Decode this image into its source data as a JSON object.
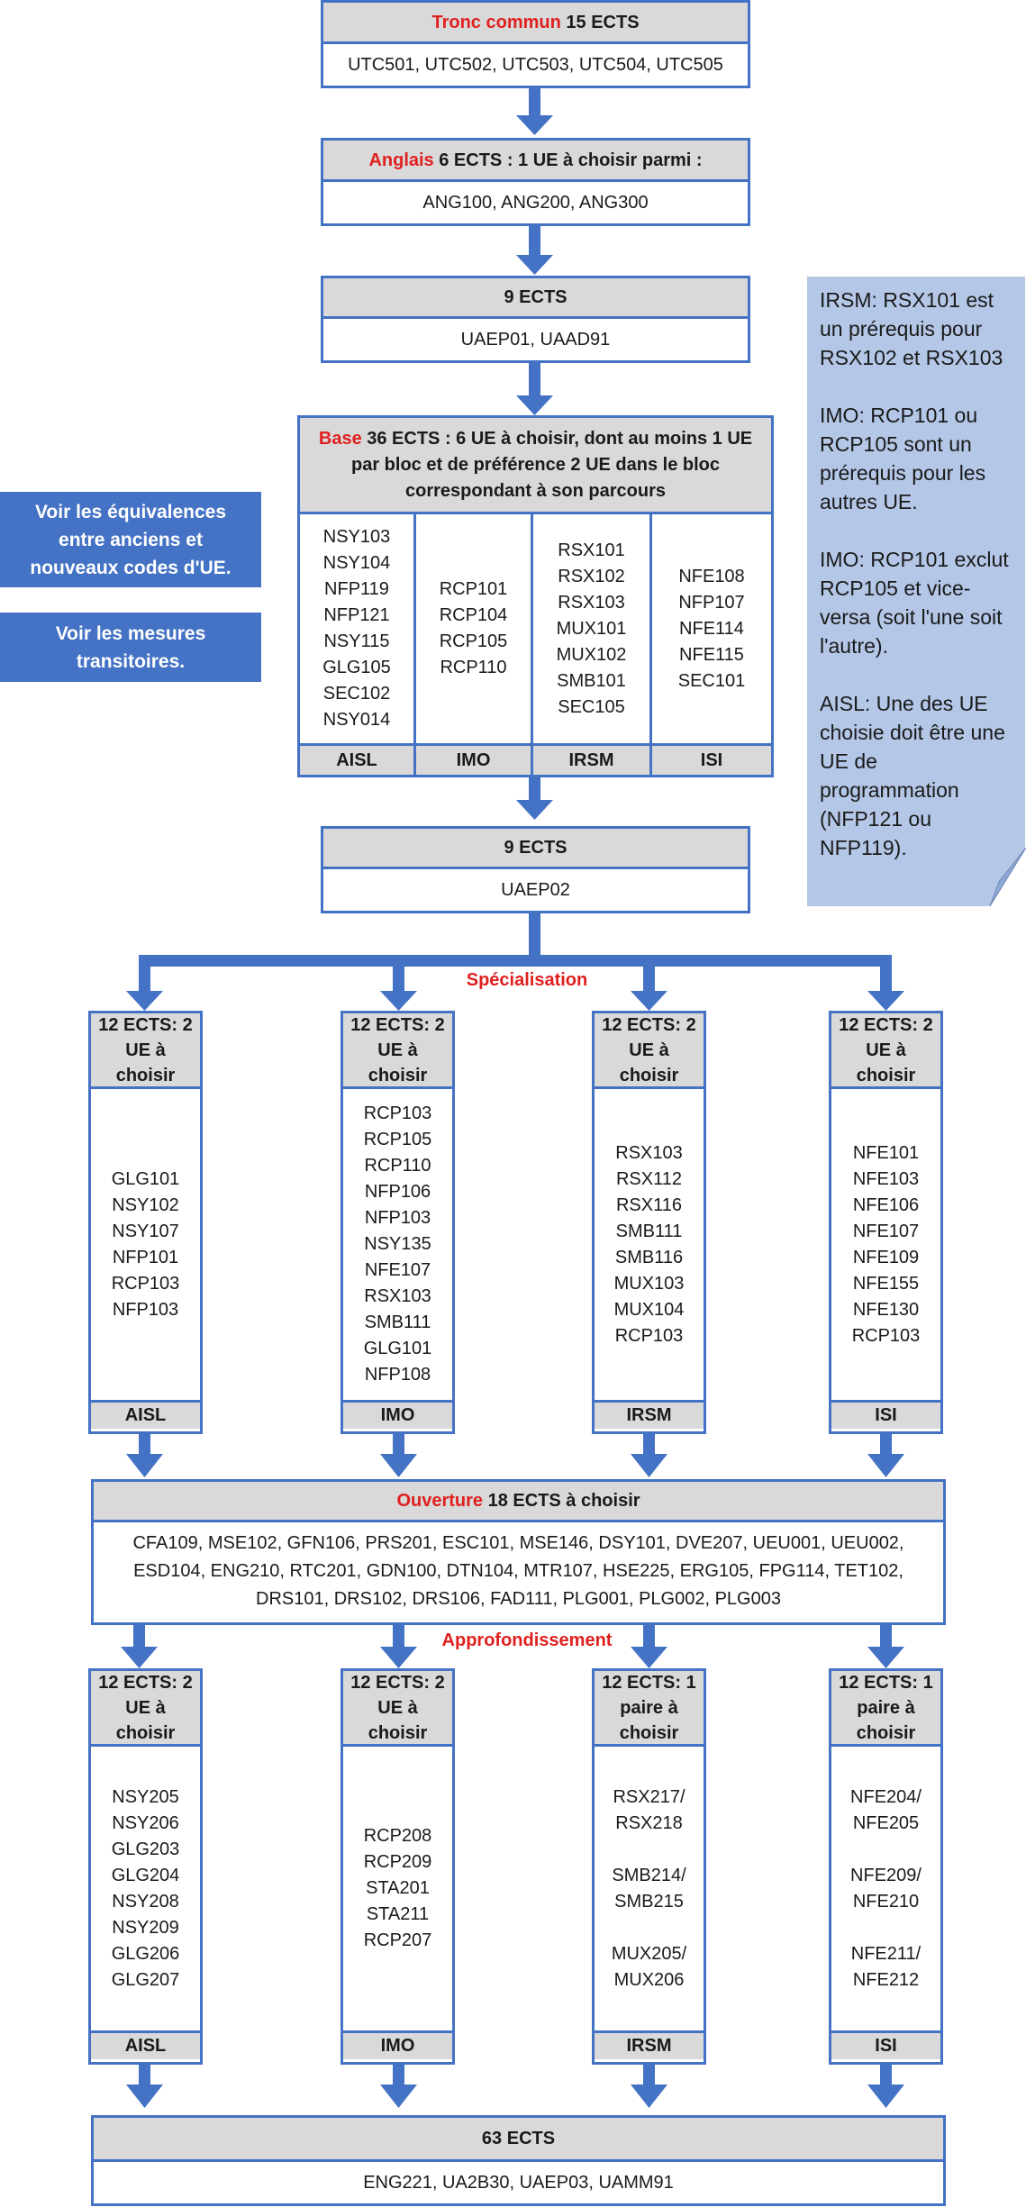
{
  "tronc": {
    "title_red": "Tronc commun",
    "title_rest": " 15 ECTS",
    "content": "UTC501, UTC502, UTC503, UTC504, UTC505"
  },
  "anglais": {
    "title_red": "Anglais",
    "title_rest": " 6 ECTS : 1 UE à choisir parmi :",
    "content": "ANG100, ANG200, ANG300"
  },
  "block9a": {
    "title": "9 ECTS",
    "content": "UAEP01, UAAD91"
  },
  "base": {
    "title_red": "Base",
    "title_rest": " 36 ECTS : 6 UE à choisir, dont au moins  1 UE par bloc et de préférence 2 UE dans le bloc correspondant à son parcours",
    "columns": [
      {
        "items": [
          "NSY103",
          "NSY104",
          "NFP119",
          "NFP121",
          "NSY115",
          "GLG105",
          "SEC102",
          "NSY014"
        ],
        "footer": "AISL"
      },
      {
        "items": [
          "RCP101",
          "RCP104",
          "RCP105",
          "RCP110"
        ],
        "footer": "IMO"
      },
      {
        "items": [
          "RSX101",
          "RSX102",
          "RSX103",
          "MUX101",
          "MUX102",
          "SMB101",
          "SEC105"
        ],
        "footer": "IRSM"
      },
      {
        "items": [
          "NFE108",
          "NFP107",
          "NFE114",
          "NFE115",
          "SEC101"
        ],
        "footer": "ISI"
      }
    ]
  },
  "links": {
    "equivalences": "Voir les équivalences entre anciens et nouveaux codes d'UE.",
    "mesures": "Voir les mesures transitoires."
  },
  "note": {
    "paragraphs": [
      "IRSM: RSX101 est un prérequis pour RSX102 et RSX103",
      "IMO: RCP101 ou RCP105 sont un prérequis pour les autres UE.",
      "IMO: RCP101 exclut RCP105 et vice-versa (soit l'une soit l'autre).",
      "AISL: Une des UE choisie doit être une UE de programmation (NFP121 ou NFP119)."
    ]
  },
  "block9b": {
    "title": "9 ECTS",
    "content": "UAEP02"
  },
  "specialisation": {
    "label": "Spécialisation",
    "columns": [
      {
        "header": "12 ECTS: 2 UE à choisir",
        "items": [
          "GLG101",
          "NSY102",
          "NSY107",
          "NFP101",
          "RCP103",
          "NFP103"
        ],
        "footer": "AISL"
      },
      {
        "header": "12 ECTS: 2 UE à choisir",
        "items": [
          "RCP103",
          "RCP105",
          "RCP110",
          "NFP106",
          "NFP103",
          "NSY135",
          "NFE107",
          "RSX103",
          "SMB111",
          "GLG101",
          "NFP108"
        ],
        "footer": "IMO"
      },
      {
        "header": "12 ECTS: 2 UE à choisir",
        "items": [
          "RSX103",
          "RSX112",
          "RSX116",
          "SMB111",
          "SMB116",
          "MUX103",
          "MUX104",
          "RCP103"
        ],
        "footer": "IRSM"
      },
      {
        "header": "12 ECTS: 2 UE à choisir",
        "items": [
          "NFE101",
          "NFE103",
          "NFE106",
          "NFE107",
          "NFE109",
          "NFE155",
          "NFE130",
          "RCP103"
        ],
        "footer": "ISI"
      }
    ]
  },
  "ouverture": {
    "title_red": "Ouverture",
    "title_rest": " 18 ECTS à choisir",
    "lines": [
      "CFA109, MSE102, GFN106, PRS201, ESC101, MSE146, DSY101, DVE207, UEU001, UEU002,",
      "ESD104, ENG210, RTC201, GDN100, DTN104, MTR107, HSE225, ERG105, FPG114, TET102,",
      "DRS101, DRS102, DRS106, FAD111, PLG001, PLG002, PLG003"
    ]
  },
  "approfondissement": {
    "label": "Approfondissement",
    "columns": [
      {
        "header": "12 ECTS: 2 UE à choisir",
        "items": [
          "NSY205",
          "NSY206",
          "GLG203",
          "GLG204",
          "NSY208",
          "NSY209",
          "GLG206",
          "GLG207"
        ],
        "footer": "AISL"
      },
      {
        "header": "12 ECTS: 2 UE à choisir",
        "items": [
          "RCP208",
          "RCP209",
          "STA201",
          "STA211",
          "RCP207"
        ],
        "footer": "IMO"
      },
      {
        "header": "12 ECTS: 1 paire à choisir",
        "items": [
          "RSX217/",
          "RSX218",
          "",
          "SMB214/",
          "SMB215",
          "",
          "MUX205/",
          "MUX206"
        ],
        "footer": "IRSM"
      },
      {
        "header": "12 ECTS: 1 paire à choisir",
        "items": [
          "NFE204/",
          "NFE205",
          "",
          "NFE209/",
          "NFE210",
          "",
          "NFE211/",
          "NFE212"
        ],
        "footer": "ISI"
      }
    ]
  },
  "final": {
    "title": "63 ECTS",
    "content": "ENG221, UA2B30, UAEP03, UAMM91"
  },
  "colors": {
    "border": "#4472c4",
    "header_bg": "#d9d9d9",
    "accent_red": "#e0201f",
    "note_bg": "#b4c7e7"
  }
}
